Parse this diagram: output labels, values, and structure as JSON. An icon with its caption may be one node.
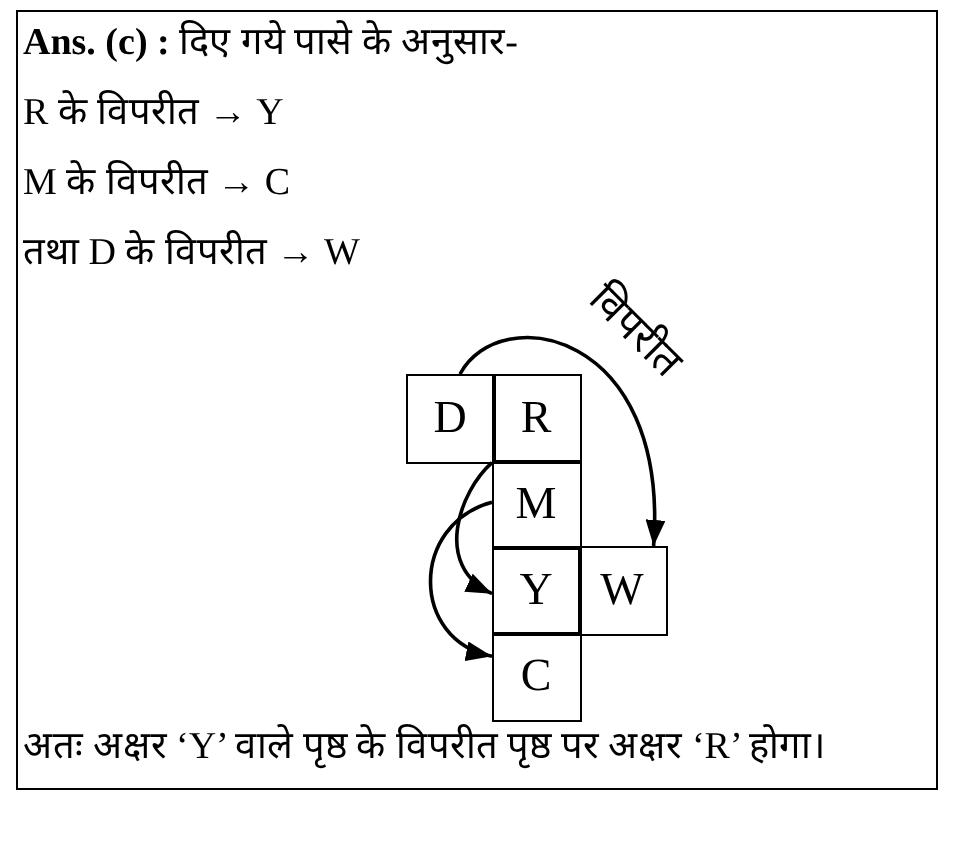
{
  "diagram": {
    "nodes": [
      {
        "text": [
          "**Ans. (c) :** दिए गये पासे के अनुसार-",
          "R के विपरीत → Y",
          "M के विपरीत → C",
          "तथा D के विपरीत → W",
          "अतः अक्षर ‘Y’ वाले पृष्ठ के विपरीत पृष्ठ पर अक्षर ‘R’ होगा।"
        ]
      },
      {
        "text": [
          "D"
        ],
        "in": 0
      },
      {
        "text": [
          "R"
        ],
        "in": 0
      },
      {
        "text": [
          "M"
        ],
        "in": 0
      },
      {
        "text": [
          "Y"
        ],
        "in": 0
      },
      {
        "text": [
          "W"
        ],
        "in": 0
      },
      {
        "text": [
          "C"
        ],
        "in": 0
      }
    ],
    "edges": [
      {
        "from": 1,
        "to": 5,
        "arrow": "to",
        "label": "विपरीत"
      },
      {
        "from": 2,
        "to": 4,
        "arrow": "to"
      },
      {
        "from": 3,
        "to": 6,
        "arrow": "to"
      }
    ]
  }
}
